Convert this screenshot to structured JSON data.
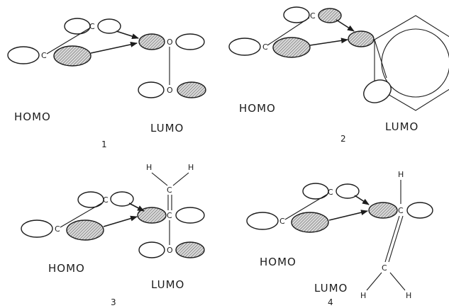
{
  "labels": {
    "homo": "HOMO",
    "lumo": "LUMO",
    "carbon": "C",
    "oxygen": "O",
    "hydrogen": "H"
  },
  "panels": [
    {
      "number": "1"
    },
    {
      "number": "2"
    },
    {
      "number": "3"
    },
    {
      "number": "4"
    }
  ]
}
